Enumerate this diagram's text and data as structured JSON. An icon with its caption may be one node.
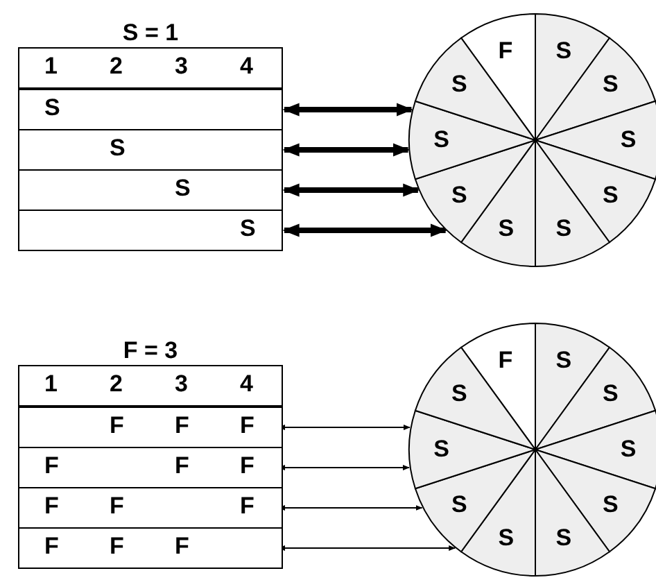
{
  "diagram": {
    "nodes": [
      {
        "text": [
          "1",
          "2",
          "3",
          "4"
        ]
      },
      {
        "text": [
          "S"
        ]
      },
      {
        "text": [
          "S"
        ]
      },
      {
        "text": [
          "S"
        ]
      },
      {
        "text": [
          "S"
        ]
      },
      {
        "text": [
          "F",
          "S",
          "S",
          "S",
          "S",
          "S",
          "S",
          "S",
          "S",
          "S"
        ]
      },
      {
        "text": [
          "1",
          "2",
          "3",
          "4"
        ]
      },
      {
        "text": [
          "F",
          "F",
          "F"
        ]
      },
      {
        "text": [
          "F",
          "F",
          "F"
        ]
      },
      {
        "text": [
          "F",
          "F",
          "F"
        ]
      },
      {
        "text": [
          "F",
          "F",
          "F"
        ]
      },
      {
        "text": [
          "F",
          "S",
          "S",
          "S",
          "S",
          "S",
          "S",
          "S",
          "S",
          "S"
        ]
      }
    ],
    "edges": [
      {
        "from": 1,
        "to": 5,
        "arrow": "both",
        "style": "thick"
      },
      {
        "from": 2,
        "to": 5,
        "arrow": "both",
        "style": "thick"
      },
      {
        "from": 3,
        "to": 5,
        "arrow": "both",
        "style": "thick"
      },
      {
        "from": 4,
        "to": 5,
        "arrow": "both",
        "style": "thick"
      },
      {
        "from": 7,
        "to": 11,
        "arrow": "both"
      },
      {
        "from": 8,
        "to": 11,
        "arrow": "both"
      },
      {
        "from": 9,
        "to": 11,
        "arrow": "both"
      },
      {
        "from": 10,
        "to": 11,
        "arrow": "both"
      }
    ],
    "labels": [
      "S = 1",
      "F = 3"
    ]
  }
}
